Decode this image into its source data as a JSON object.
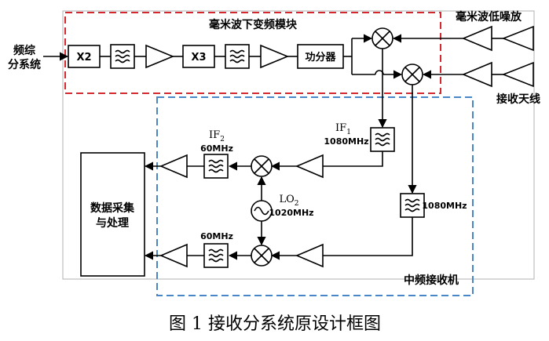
{
  "caption": "图 1  接收分系统原设计框图",
  "modules": {
    "mmw_downconvert": "毫米波下变频模块",
    "mmw_lna": "毫米波低噪放",
    "receive_antenna": "接收天线",
    "if_receiver": "中频接收机"
  },
  "blocks": {
    "freq_synth_line1": "频综",
    "freq_synth_line2": "分系统",
    "x2": "X2",
    "x3": "X3",
    "splitter": "功分器",
    "daq_line1": "数据采集",
    "daq_line2": "与处理"
  },
  "labels": {
    "if1_main": "IF",
    "if1_sub": "1",
    "if1_freq": "1080MHz",
    "filter_right_freq": "1080MHz",
    "if2_main": "IF",
    "if2_sub": "2",
    "if2_freq": "60MHz",
    "filter_low_freq": "60MHz",
    "lo2_main": "LO",
    "lo2_sub": "2",
    "lo2_freq": "1020MHz"
  },
  "colors": {
    "mmw_border": "#d7282f",
    "if_border": "#4a86c5",
    "line": "#000000"
  }
}
